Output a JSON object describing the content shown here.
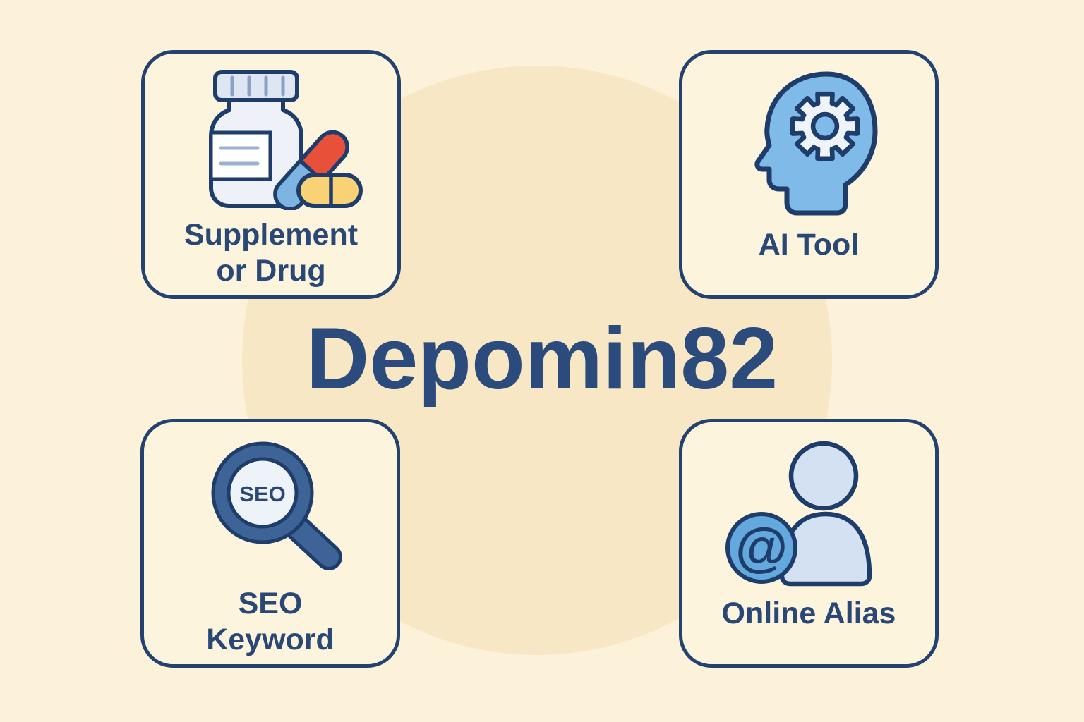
{
  "title": "Depomin82",
  "colors": {
    "background": "#fcf2da",
    "center_circle": "#f7e7c5",
    "card_background": "#fdf4de",
    "navy_border": "#24426f",
    "navy_text": "#2b4b7c",
    "icon_outline": "#1e3d6b",
    "head_blue": "#7fbae8",
    "badge_blue": "#64a9de",
    "magnifier_blue": "#3e6396",
    "person_light_blue": "#d3e1f3",
    "bottle_white": "#eef2f8",
    "capsule_blue": "#7db4e2",
    "capsule_red": "#e8503a",
    "pill_yellow": "#f9d276"
  },
  "cards": [
    {
      "id": "supplement-or-drug",
      "icon": "pill-bottle-and-pills",
      "label_lines": [
        "Supplement",
        "or Drug"
      ]
    },
    {
      "id": "ai-tool",
      "icon": "head-with-gear",
      "label": "AI Tool"
    },
    {
      "id": "seo-keyword",
      "icon": "magnifying-glass-seo",
      "icon_text": "SEO",
      "label_lines": [
        "SEO",
        "Keyword"
      ]
    },
    {
      "id": "online-alias",
      "icon": "person-with-at-badge",
      "icon_glyph": "@",
      "label": "Online Alias"
    }
  ]
}
